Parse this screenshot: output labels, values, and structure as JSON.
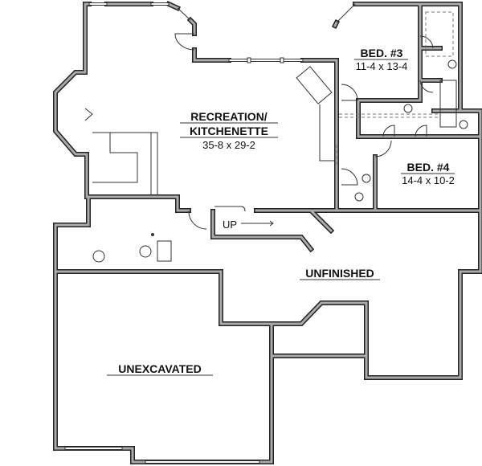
{
  "rooms": {
    "recreation": {
      "name_line1": "RECREATION/",
      "name_line2": "KITCHENETTE",
      "size": "35-8 x 29-2"
    },
    "bed3": {
      "name": "BED. #3",
      "size": "11-4 x 13-4"
    },
    "bed4": {
      "name": "BED. #4",
      "size": "14-4 x 10-2"
    },
    "unfinished": {
      "name": "UNFINISHED"
    },
    "unexcavated": {
      "name": "UNEXCAVATED"
    }
  },
  "stairs": {
    "label": "UP"
  },
  "colors": {
    "wall": "#222222",
    "wall_fill": "#aaaaaa",
    "background": "#ffffff"
  }
}
